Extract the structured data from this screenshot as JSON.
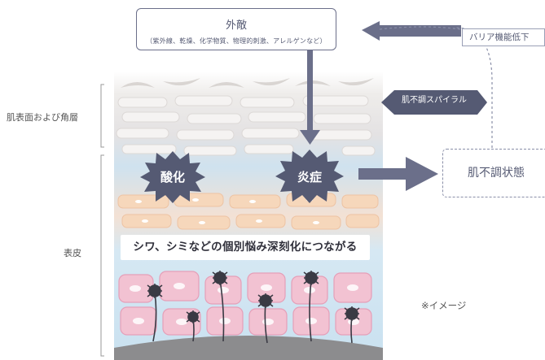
{
  "external": {
    "title": "外敵",
    "subtitle": "（紫外線、乾燥、化学物質、物理的刺激、アレルゲンなど）"
  },
  "barrier": {
    "label": "バリア機能低下"
  },
  "spiral": {
    "label": "肌不調スパイラル"
  },
  "state": {
    "label": "肌不調状態"
  },
  "layers": {
    "surface_label": "肌表面および角層",
    "epidermis_label": "表皮"
  },
  "bursts": {
    "oxidation": "酸化",
    "inflammation": "炎症"
  },
  "result": {
    "label": "シワ、シミなどの個別悩み深刻化につながる"
  },
  "note": "※イメージ",
  "colors": {
    "accent": "#555a73",
    "horny_layer_bg": "#e7e4e2",
    "cell_pink": "#f2c2d2",
    "cell_orange": "#f6d7bb",
    "fluid_blue": "#bfdcee",
    "dark_cell": "#3a3a44"
  }
}
